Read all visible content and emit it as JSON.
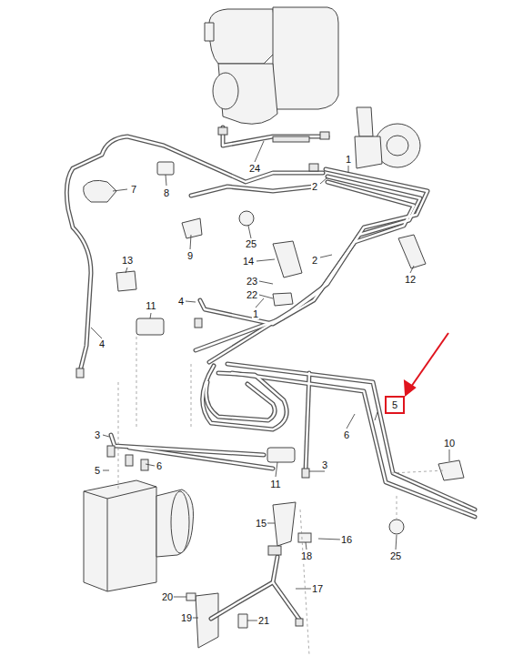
{
  "diagram": {
    "nodes": [
      {
        "text": [
          "5"
        ]
      }
    ],
    "labels": [
      "1",
      "24",
      "2",
      "7",
      "8",
      "25",
      "9",
      "14",
      "2",
      "12",
      "13",
      "23",
      "22",
      "11",
      "4",
      "1",
      "4",
      "6",
      "10",
      "3",
      "5",
      "6",
      "3",
      "11",
      "25",
      "15",
      "18",
      "16",
      "17",
      "20",
      "19",
      "21"
    ]
  }
}
